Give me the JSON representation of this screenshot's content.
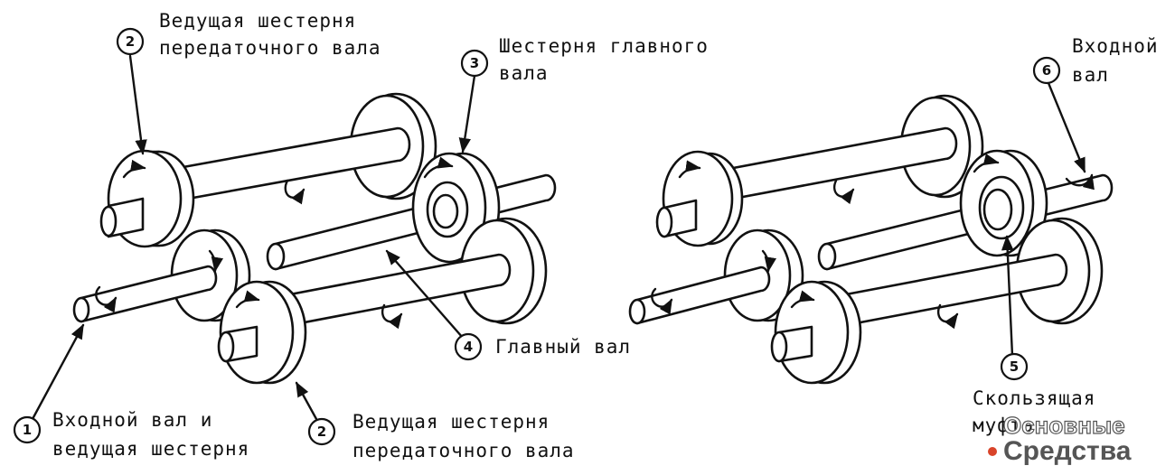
{
  "callouts": {
    "c1": {
      "num": "1",
      "line1": "Входной вал и",
      "line2": "ведущая шестерня"
    },
    "c2_top": {
      "num": "2",
      "line1": "Ведущая шестерня",
      "line2": "передаточного вала"
    },
    "c2_bottom": {
      "num": "2",
      "line1": "Ведущая шестерня",
      "line2": "передаточного вала"
    },
    "c3": {
      "num": "3",
      "line1": "Шестерня главного",
      "line2": "вала"
    },
    "c4": {
      "num": "4",
      "line1": "Главный вал"
    },
    "c5": {
      "num": "5",
      "line1": "Скользящая",
      "line2": "муфта"
    },
    "c6": {
      "num": "6",
      "line1": "Входной",
      "line2": "вал"
    }
  },
  "watermark": {
    "line1": "Основные",
    "line2": "Средства"
  }
}
